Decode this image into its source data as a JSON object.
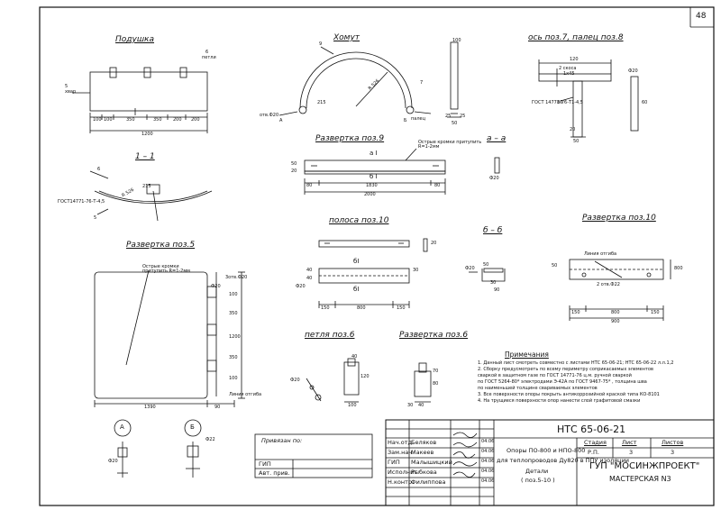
{
  "sheet_number": "48",
  "titles": {
    "podushka": "Подушка",
    "khomut": "Хомут",
    "os": "ось поз.7, палец поз.8",
    "section_1_1": "1 – 1",
    "razv9": "Развертка поз.9",
    "section_a_a": "а – а",
    "razv5": "Развертка поз.5",
    "polosa10": "полоса поз.10",
    "section_b_b": "б – б",
    "razv10": "Развертка поз.10",
    "petlya": "петля поз.6",
    "razv6": "Развертка поз.6"
  },
  "labels": {
    "petli": "петли",
    "ukhvat": "хвар",
    "otv20": "отв.Ф20",
    "A": "А",
    "B": "Б",
    "r526": "R 526",
    "palec": "палец",
    "n9": "9",
    "n6": "6",
    "n5": "5",
    "n7": "7",
    "gost_os": "ГОСТ 14771-76-Т1-4,5",
    "gost_11": "ГОСТ14771-76-Т-4,5",
    "dva_skosa": "2 скоса",
    "skos": "1х45",
    "kromki": "Острые кромки притупить R=1-2мм",
    "a1": "а I",
    "b1": "б I",
    "bI": "бI",
    "linia_otgiba": "Линия отгиба",
    "otv2_22": "2 отв.Ф22",
    "otv3_20": "3отв.Ф20"
  },
  "dims": {
    "d100": "100",
    "d350": "350",
    "d200": "200",
    "d1200": "1200",
    "d50": "50",
    "d25": "25",
    "d120": "120",
    "d20": "20",
    "d80": "80",
    "d60": "60",
    "d1830": "1830",
    "d2000": "2000",
    "d800": "800",
    "d150": "150",
    "d900": "900",
    "d30": "30",
    "d40": "40",
    "d90": "90",
    "d70": "70",
    "d1390": "1390",
    "d215": "215",
    "f20": "Ф20",
    "f22": "Ф22",
    "r526": "R 526"
  },
  "notes": {
    "title": "Примечания",
    "items": [
      "1. Данный лист смотреть совместно с листами НТС 65-06-21; НТС 65-06-22 л.л.1,2",
      "2. Сборку предусмотреть по всему периметру соприкасаемых элементов",
      "   сваркой в защитном газе по ГОСТ 14771-76 ц.м. ручной сваркой",
      "   по ГОСТ 5264-80* электродами Э-42А по ГОСТ 9467-75* , толщина шва",
      "   по наименьшей толщине свариваемых элементов",
      "3. Все поверхности опоры покрыть антикоррозийной краской типа КО-8101",
      "4. На трущиеся поверхности опор нанести слой графитовой смазки"
    ]
  },
  "stamp": {
    "privyazan": "Привязан по:",
    "gip_left": "ГИП",
    "avt_priv": "Авт. прив.",
    "rows": [
      {
        "role": "Нач.отд.",
        "name": "Беляков",
        "date": "04.06"
      },
      {
        "role": "Зам.нач.",
        "name": "Макеев",
        "date": "04.06"
      },
      {
        "role": "ГИП",
        "name": "Малышицкий",
        "date": "04.06"
      },
      {
        "role": "Исполнит.",
        "name": "Рыбкова",
        "date": "04.06"
      },
      {
        "role": "Н.контр.",
        "name": "Филиппова",
        "date": "04.06"
      }
    ],
    "code": "НТС 65-06-21",
    "desc1": "Опоры ПО-800 и НПО-800",
    "desc2": "для теплопроводов Ду820 в ППУ изоляции",
    "desc3": "Детали",
    "desc4": "( поз.5-10 )",
    "h_stage": "Стадия",
    "h_sheet": "Лист",
    "h_sheets": "Листов",
    "stage": "Р.П.",
    "sheet": "3",
    "sheets": "3",
    "org": "ГУП \"МОСИНЖПРОЕКТ\"",
    "dept": "МАСТЕРСКАЯ N3"
  }
}
